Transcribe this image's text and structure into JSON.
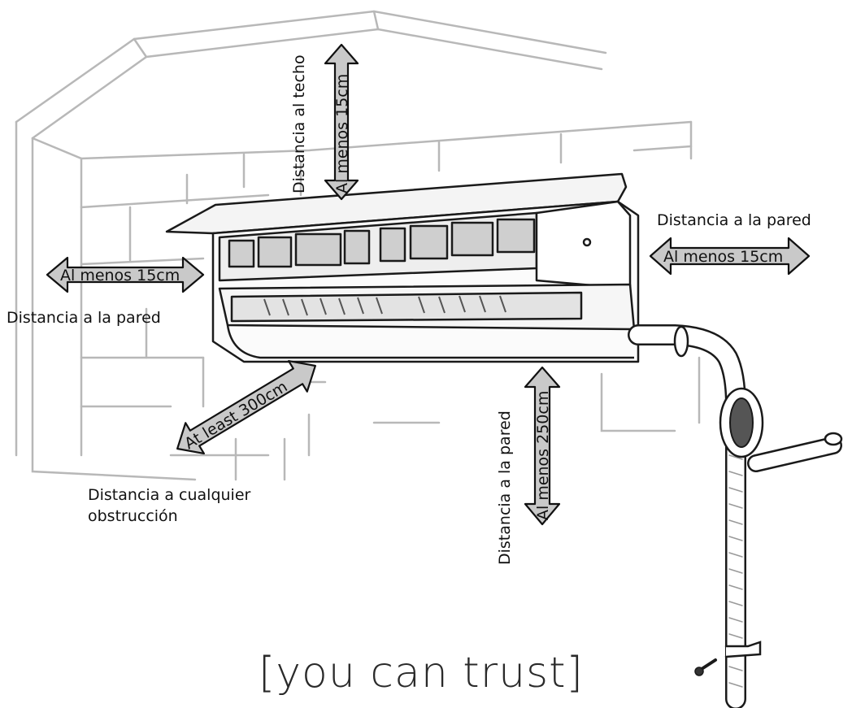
{
  "labels": {
    "ceiling_title": "Distancia al techo",
    "ceiling_value": "Al menos 15cm",
    "right_title": "Distancia a la pared",
    "right_value": "Al menos 15cm",
    "left_value": "Al menos 15cm",
    "left_title": "Distancia a la pared",
    "front_value": "At least 300cm",
    "front_title_line1": "Distancia a cualquier",
    "front_title_line2": "obstrucción",
    "floor_title": "Distancia a la pared",
    "floor_value": "Al menos 250cm"
  },
  "slogan": "[you can trust]"
}
